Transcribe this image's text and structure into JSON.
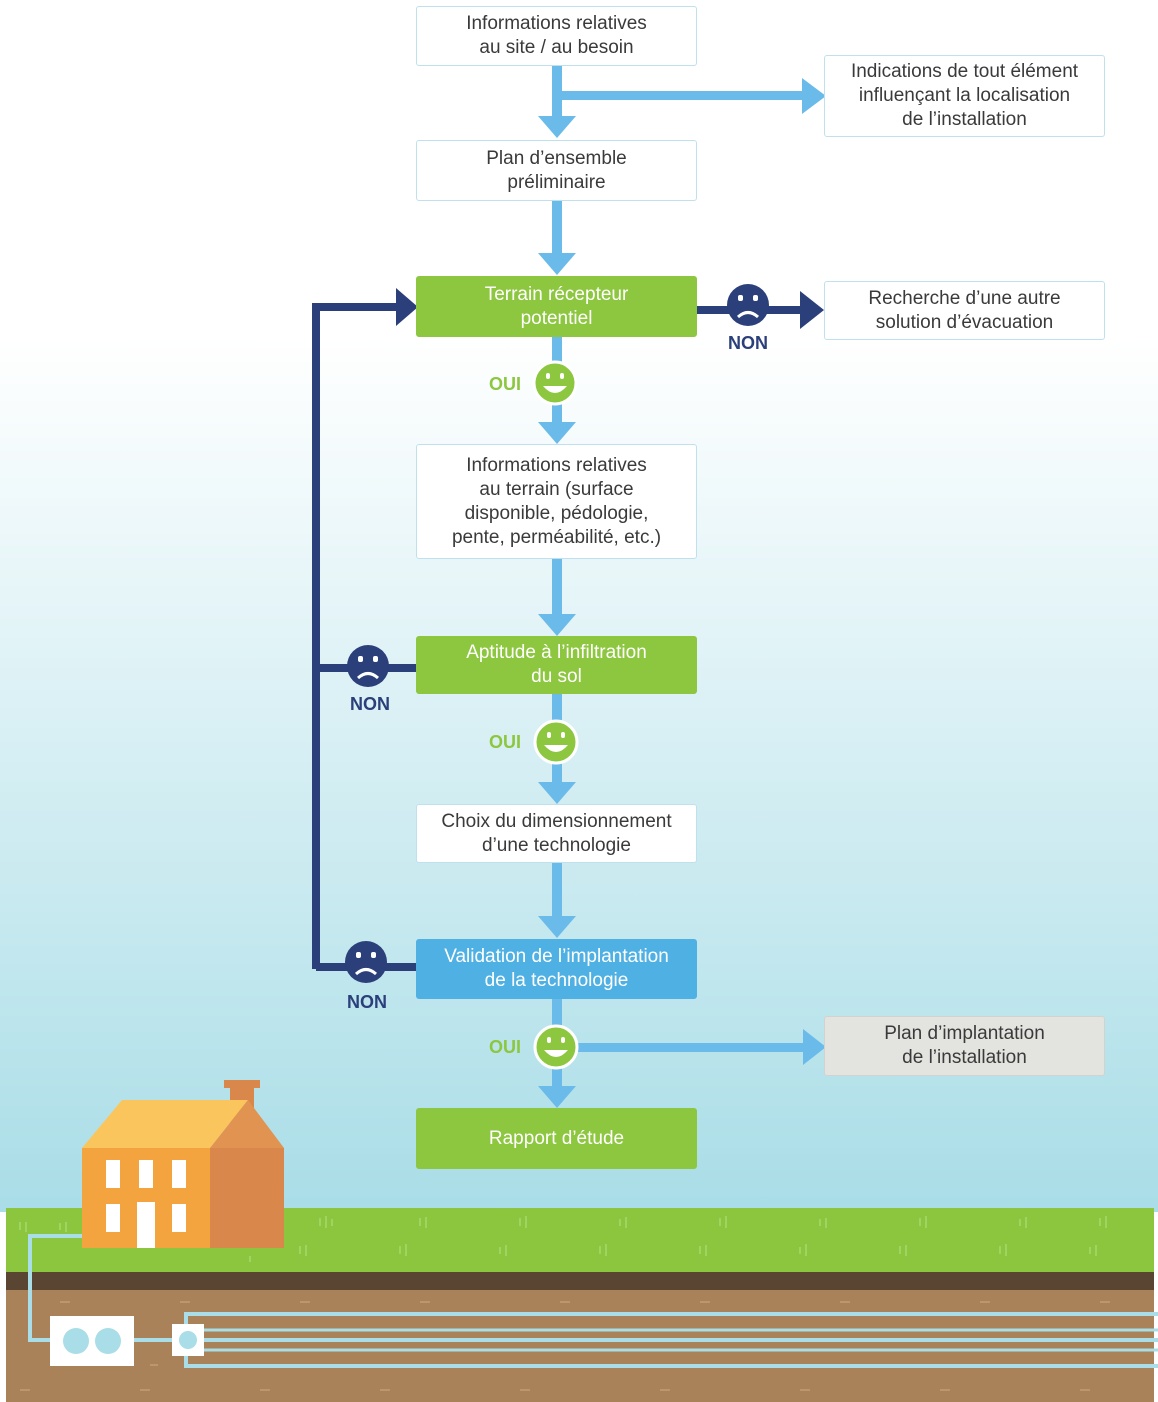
{
  "boxes": {
    "site_info": "Informations relatives\nau site / au besoin",
    "location_factors": "Indications de tout élément\ninfluençant la localisation\nde l’installation",
    "preliminary_plan": "Plan d’ensemble\npréliminaire",
    "potential_land": "Terrain récepteur\npotentiel",
    "other_solution": "Recherche d’une autre\nsolution d’évacuation",
    "land_info": "Informations relatives\nau terrain (surface\ndisponible, pédologie,\npente, perméabilité, etc.)",
    "soil_infiltration": "Aptitude à l’infiltration\ndu sol",
    "technology_sizing": "Choix du dimensionnement\nd’une technologie",
    "implantation_validation": "Validation de l’implantation\nde la technologie",
    "implantation_plan": "Plan d’implantation\nde l’installation",
    "study_report": "Rapport d’étude"
  },
  "labels": {
    "yes": "OUI",
    "no": "NON"
  },
  "colors": {
    "green": "#8dc63f",
    "light_blue_arrow": "#6bbbea",
    "navy": "#2b3f7a",
    "validation_blue": "#4fb0e3",
    "sky_top": "#ffffff",
    "sky_bottom": "#a9dde7",
    "grass": "#8cc63f",
    "soil": "#a98259",
    "house_front": "#f3a43f",
    "house_side": "#d9874a",
    "roof": "#fbc55e"
  },
  "icons": {
    "happy": "smiley-happy-icon",
    "sad": "smiley-sad-icon",
    "house": "house-illustration",
    "septic_tank": "septic-tank-icon"
  }
}
